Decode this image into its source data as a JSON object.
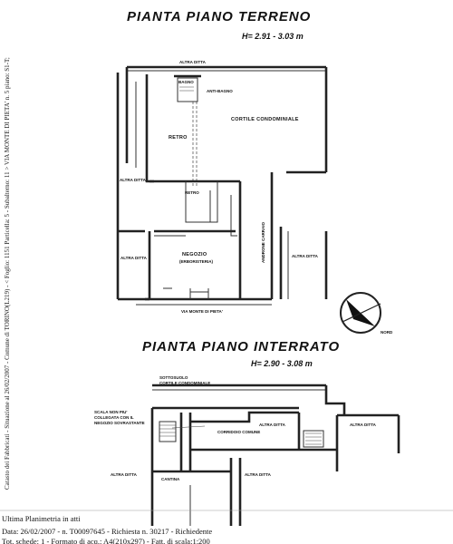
{
  "side_text": "Catasto dei Fabbricati - Situazione al 26/02/2007 - Comune di TORINO(L219) - < Foglio: 1151 Particella: 5 - Subalterno: 11 > VIA MONTE DI PIETA' n. 5 piano: S1-T;",
  "ground": {
    "title": "PIANTA PIANO TERRENO",
    "height": "H= 2.91 - 3.03 m",
    "labels": {
      "altra_ditta_top": "ALTRA DITTA",
      "bagno": "BAGNO",
      "antibagno": "ANTI-BAGNO",
      "cortile": "CORTILE CONDOMINIALE",
      "retro_1": "RETRO",
      "altra_ditta_left1": "ALTRA DITTA",
      "retro_2": "RETRO",
      "androne": "ANDRONE CARRAIO",
      "altra_ditta_left2": "ALTRA DITTA",
      "negozio": "NEGOZIO",
      "negozio_sub": "(ERBORISTERIA)",
      "altra_ditta_right": "ALTRA DITTA",
      "street": "VIA MONTE DI PIETA'"
    }
  },
  "north": {
    "label": "NORD"
  },
  "basement": {
    "title": "PIANTA PIANO INTERRATO",
    "height": "H= 2.90 - 3.08 m",
    "labels": {
      "sottosuolo": "SOTTOSUOLO",
      "cortile": "CORTILE CONDOMINIALE",
      "scala_note_1": "SCALA NON PIU'",
      "scala_note_2": "COLLEGATA CON IL",
      "scala_note_3": "NEGOZIO SOVRASTANTE",
      "altra_ditta_mid": "ALTRA DITTA",
      "altra_ditta_right": "ALTRA DITTA",
      "corridoio": "CORRIDOIO COMUNE",
      "altra_ditta_left": "ALTRA DITTA",
      "cantina": "CANTINA",
      "altra_ditta_bottom": "ALTRA DITTA"
    }
  },
  "footer": {
    "line1": "Ultima Planimetria in atti",
    "line2": "Data: 26/02/2007 - n. T00097645 - Richiesta n. 30217 - Richiedente",
    "line3": "Tot. schede: 1 - Formato di acq.: A4(210x297) - Fatt. di scala:1:200"
  }
}
